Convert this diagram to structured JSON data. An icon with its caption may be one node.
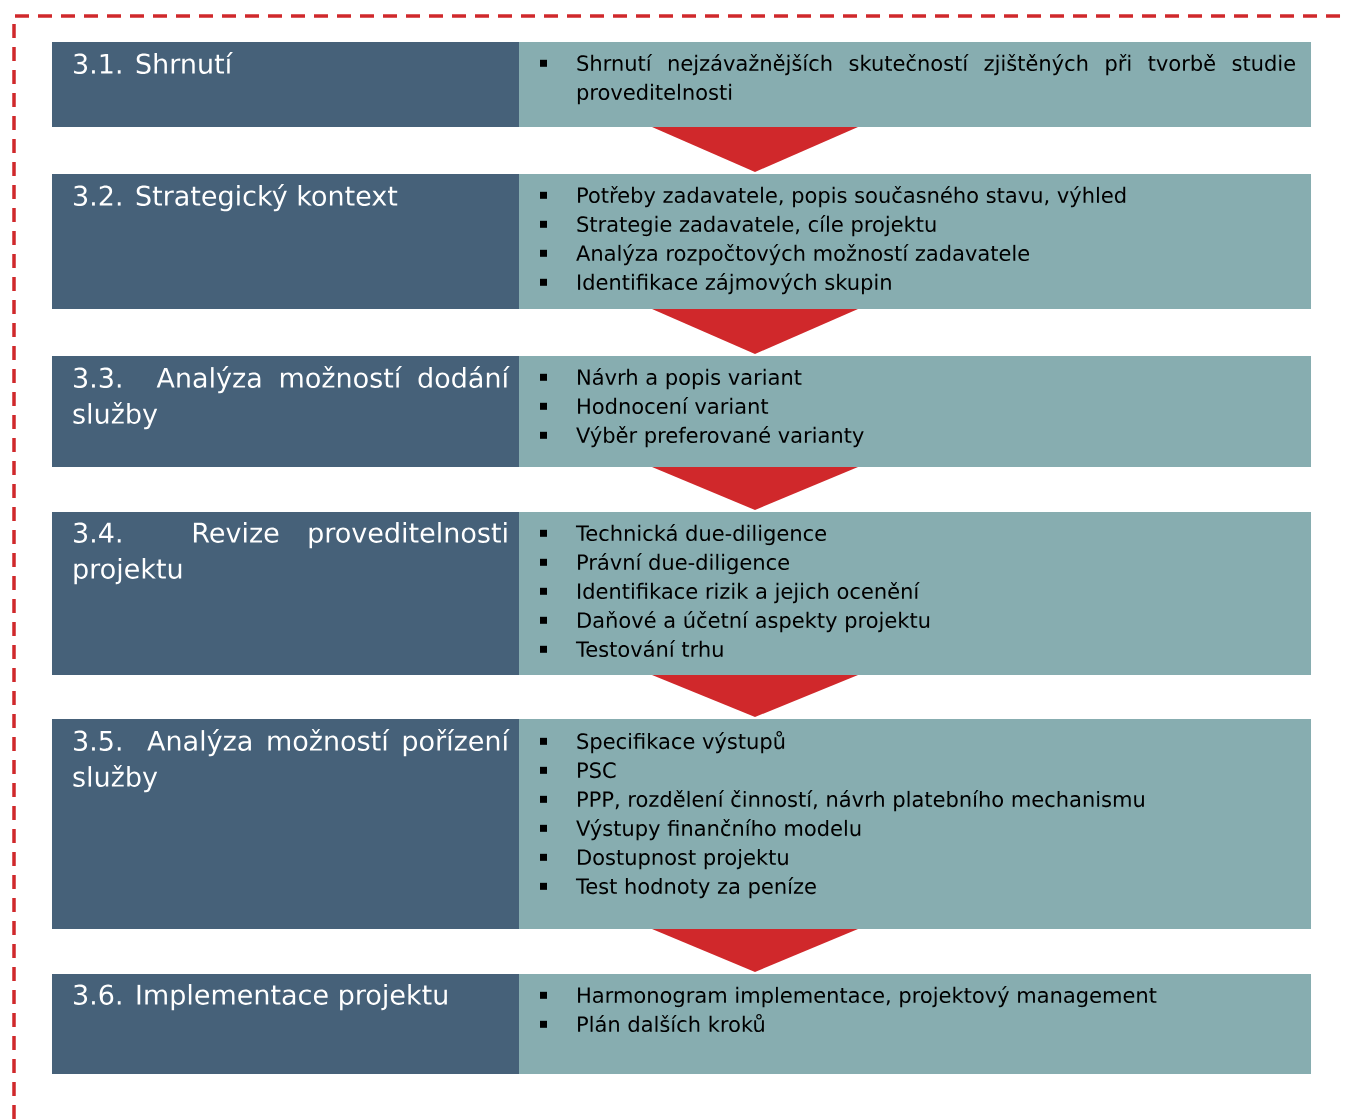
{
  "diagram": {
    "nodes": [
      {
        "text": [
          "3.1. Shrnutí"
        ]
      },
      {
        "text": [
          "Shrnutí nejzávažnějších skutečností zjištěných při tvorbě studie proveditelnosti"
        ]
      },
      {
        "text": [
          "3.2. Strategický kontext"
        ]
      },
      {
        "text": [
          "Potřeby zadavatele, popis současného stavu, výhled",
          "Strategie zadavatele, cíle projektu",
          "Analýza rozpočtových možností zadavatele",
          "Identifikace zájmových skupin"
        ]
      },
      {
        "text": [
          "3.3. Analýza možností dodání služby"
        ]
      },
      {
        "text": [
          "Návrh a popis variant",
          "Hodnocení variant",
          "Výběr preferované varianty"
        ]
      },
      {
        "text": [
          "3.4. Revize proveditelnosti projektu"
        ]
      },
      {
        "text": [
          "Technická due-diligence",
          "Právní due-diligence",
          "Identifikace rizik a jejich ocenění",
          "Daňové a účetní aspekty projektu",
          "Testování trhu"
        ]
      },
      {
        "text": [
          "3.5. Analýza možností pořízení služby"
        ]
      },
      {
        "text": [
          "Specifikace výstupů",
          "PSC",
          "PPP, rozdělení činností, návrh platebního mechanismu",
          "Výstupy finančního modelu",
          "Dostupnost projektu",
          "Test hodnoty za peníze"
        ]
      },
      {
        "text": [
          "3.6. Implementace projektu"
        ]
      },
      {
        "text": [
          "Harmonogram implementace, projektový management",
          "Plán dalších kroků"
        ]
      }
    ],
    "edges": [
      {
        "from": 1,
        "to": 3,
        "arrow": "to"
      },
      {
        "from": 3,
        "to": 5,
        "arrow": "to"
      },
      {
        "from": 5,
        "to": 7,
        "arrow": "to"
      },
      {
        "from": 7,
        "to": 9,
        "arrow": "to"
      },
      {
        "from": 9,
        "to": 11,
        "arrow": "to"
      }
    ]
  }
}
